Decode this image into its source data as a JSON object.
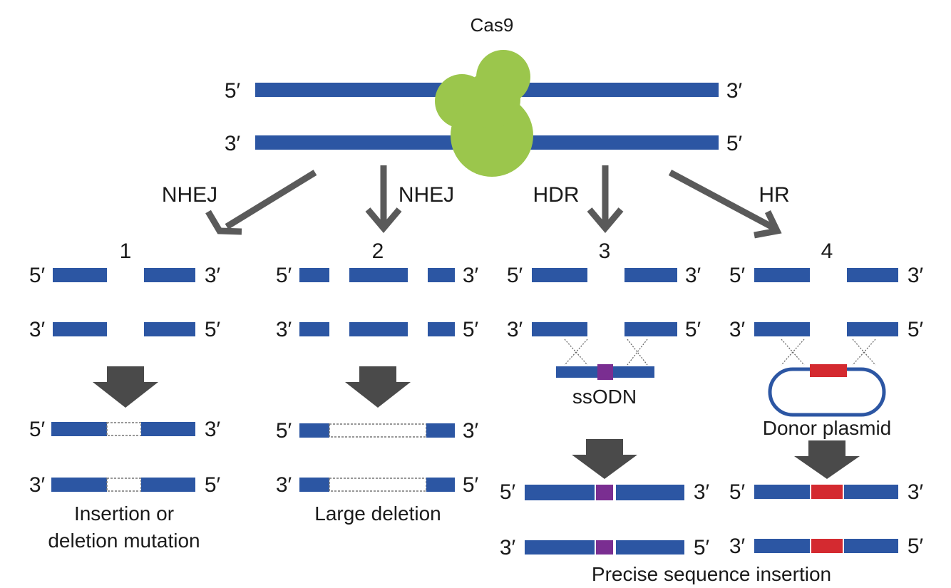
{
  "colors": {
    "strand": "#2c56a3",
    "cas9": "#9bc64c",
    "arrow": "#5a5a5a",
    "block_arrow": "#4a4a4a",
    "ssodn_insert": "#7a2e91",
    "plasmid_insert": "#d42a30"
  },
  "top": {
    "enzyme_label": "Cas9",
    "top_left_end": "5′",
    "top_right_end": "3′",
    "bottom_left_end": "3′",
    "bottom_right_end": "5′"
  },
  "pathways": [
    {
      "label": "NHEJ",
      "number": "1",
      "caption_line1": "Insertion or",
      "caption_line2": "deletion mutation"
    },
    {
      "label": "NHEJ",
      "number": "2",
      "caption_line1": "Large deletion",
      "caption_line2": ""
    },
    {
      "label": "HDR",
      "number": "3",
      "template_label": "ssODN",
      "caption_line1": "Precise sequence insertion",
      "caption_line2": ""
    },
    {
      "label": "HR",
      "number": "4",
      "template_label": "Donor plasmid",
      "caption_line1": "",
      "caption_line2": ""
    }
  ],
  "ends": {
    "five": "5′",
    "three": "3′"
  }
}
